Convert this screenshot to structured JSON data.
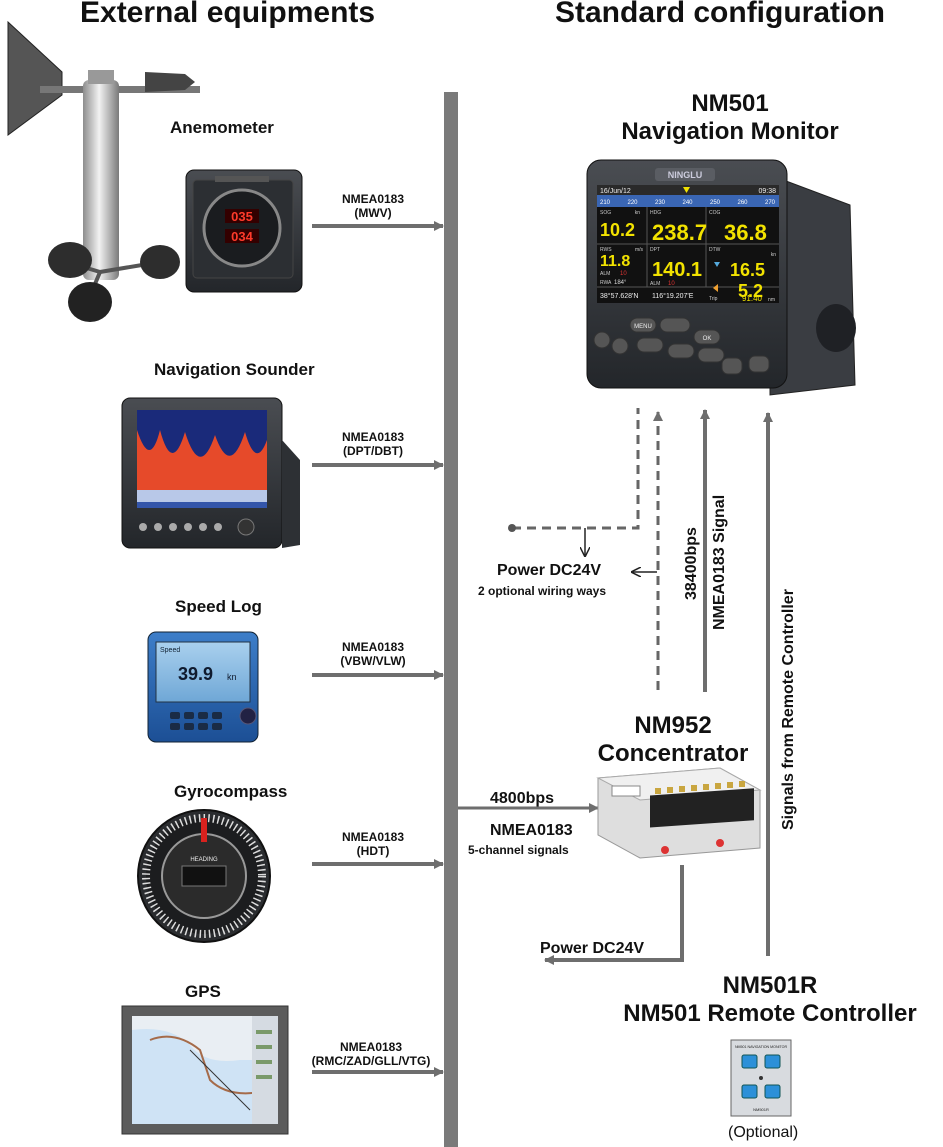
{
  "headers": {
    "left": "External equipments",
    "right": "Standard configuration"
  },
  "devices": {
    "anemometer": {
      "label": "Anemometer",
      "protocol": "NMEA0183",
      "sentences": "(MWV)",
      "display_value_1": "035",
      "display_value_2": "034"
    },
    "sounder": {
      "label": "Navigation Sounder",
      "protocol": "NMEA0183",
      "sentences": "(DPT/DBT)"
    },
    "speed_log": {
      "label": "Speed Log",
      "protocol": "NMEA0183",
      "sentences": "(VBW/VLW)",
      "screen_title": "Speed",
      "screen_value": "39.9",
      "screen_unit": "kn"
    },
    "gyrocompass": {
      "label": "Gyrocompass",
      "protocol": "NMEA0183",
      "sentences": "(HDT)",
      "dial_text": "HEADING"
    },
    "gps": {
      "label": "GPS",
      "protocol": "NMEA0183",
      "sentences": "(RMC/ZAD/GLL/VTG)"
    }
  },
  "monitor": {
    "model": "NM501",
    "name": "Navigation Monitor",
    "brand": "NINGLU",
    "screen": {
      "date": "16/Jun/12",
      "time": "09:38",
      "compass_ticks": [
        "210",
        "220",
        "230",
        "240",
        "250",
        "260",
        "270"
      ],
      "sog_label": "SOG",
      "sog": "10.2",
      "hdg_label": "HDG",
      "hdg": "238.7",
      "cog_label": "COG",
      "cog": "36.8",
      "rws_label": "RWS",
      "rws": "11.8",
      "dpt_label": "DPT",
      "dpt": "140.1",
      "dtw_label": "DTW",
      "xte": "16.5",
      "dtw": "5.2",
      "alm_label": "ALM",
      "alm1": "10",
      "alm2": "10",
      "rwa_label": "RWA",
      "rwa": "184°",
      "unit_kn": "kn",
      "unit_ms": "m/s",
      "lat": "38°57.628'N",
      "lon": "116°19.207'E",
      "trip_label": "Trip",
      "trip": "91.40",
      "trip_unit": "nm"
    },
    "buttons": {
      "menu": "MENU",
      "ok": "OK"
    }
  },
  "concentrator": {
    "model": "NM952",
    "name": "Concentrator",
    "input_rate": "4800bps",
    "input_protocol": "NMEA0183",
    "input_channels": "5-channel signals",
    "power": "Power DC24V"
  },
  "links": {
    "power_monitor": "Power DC24V",
    "wiring_note": "2 optional wiring ways",
    "monitor_rate": "38400bps",
    "monitor_signal": "NMEA0183 Signal",
    "remote_signal": "Signals from Remote Controller"
  },
  "remote": {
    "model": "NM501R",
    "name": "NM501 Remote Controller",
    "optional": "(Optional)",
    "panel_title": "NM501 NAVIGATION MONITOR",
    "panel_footer": "NM501R"
  },
  "colors": {
    "bus": "#7a7a7a",
    "arrow": "#6e6e6e",
    "screen_bg": "#111111",
    "screen_value": "#f2e200",
    "screen_header": "#3a66b4"
  }
}
